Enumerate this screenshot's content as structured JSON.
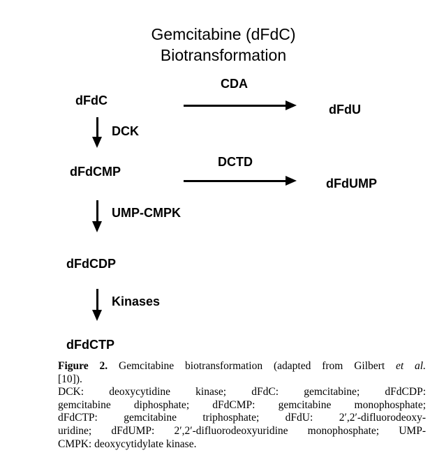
{
  "title": {
    "line1": "Gemcitabine (dFdC)",
    "line2": "Biotransformation"
  },
  "nodes": {
    "dFdC": "dFdC",
    "dFdU": "dFdU",
    "dFdCMP": "dFdCMP",
    "dFdUMP": "dFdUMP",
    "dFdCDP": "dFdCDP",
    "dFdCTP": "dFdCTP"
  },
  "enzymes": {
    "cda": "CDA",
    "dck": "DCK",
    "dctd": "DCTD",
    "umpcmpk": "UMP-CMPK",
    "kinases": "Kinases"
  },
  "caption": {
    "figure_label": "Figure 2.",
    "line1_text": " Gemcitabine biotransformation (adapted from Gilbert ",
    "line1_italic": "et al.",
    "lines": [
      "[10]).",
      "DCK: deoxycytidine kinase; dFdC: gemcitabine; dFdCDP:",
      "gemcitabine diphosphate; dFdCMP: gemcitabine monophosphate;",
      "dFdCTP: gemcitabine triphosphate; dFdU: 2′,2′-difluorodeoxy-",
      "uridine; dFdUMP: 2′,2′-difluorodeoxyuridine monophosphate; UMP-",
      "CMPK: deoxycytidylate kinase."
    ]
  }
}
